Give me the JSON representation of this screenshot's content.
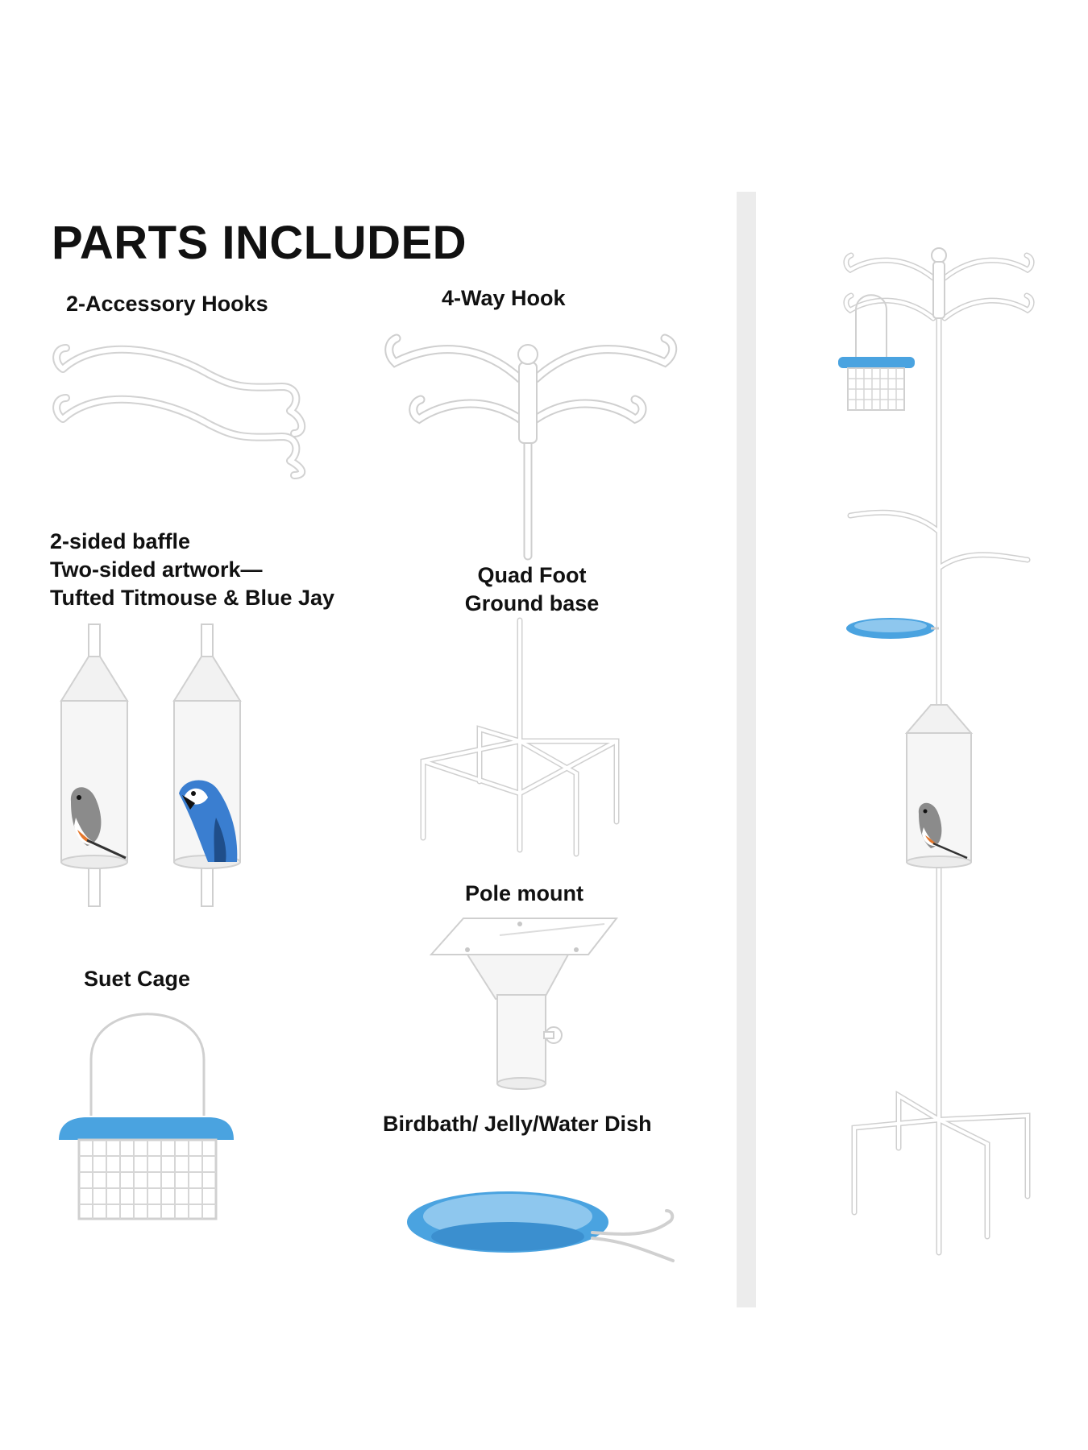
{
  "title": "PARTS INCLUDED",
  "parts": {
    "accessory_hooks": "2-Accessory Hooks",
    "four_way_hook": "4-Way Hook",
    "baffle": {
      "line1": "2-sided baffle",
      "line2": "Two-sided artwork—",
      "line3": "Tufted Titmouse & Blue Jay"
    },
    "ground_base": {
      "line1": "Quad Foot",
      "line2": "Ground base"
    },
    "pole_mount": "Pole mount",
    "suet_cage": "Suet Cage",
    "dish": "Birdbath/ Jelly/Water Dish"
  },
  "colors": {
    "accent_blue": "#4aa3e0",
    "part_white": "#f7f7f7",
    "outline": "#c9c9c9",
    "divider": "#ececec"
  },
  "icons": [
    "accessory-hooks",
    "four-way-hook",
    "baffle-titmouse",
    "baffle-blue-jay",
    "quad-foot-base",
    "pole-mount",
    "suet-cage",
    "water-dish",
    "assembled-pole"
  ]
}
